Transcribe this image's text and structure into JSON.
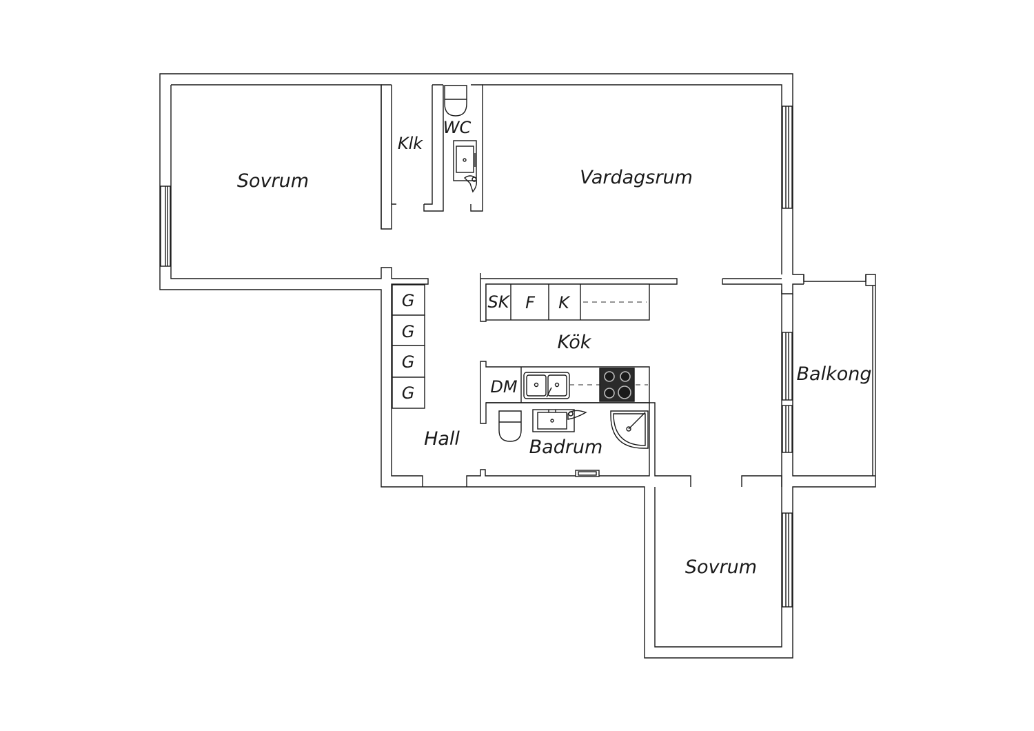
{
  "rooms": {
    "sovrum_1": "Sovrum",
    "klk": "Klk",
    "wc": "WC",
    "vardagsrum": "Vardagsrum",
    "kok": "Kök",
    "hall": "Hall",
    "badrum": "Badrum",
    "balkong": "Balkong",
    "sovrum_2": "Sovrum"
  },
  "fixtures": {
    "wardrobe_1": "G",
    "wardrobe_2": "G",
    "wardrobe_3": "G",
    "wardrobe_4": "G",
    "freezer": "SK",
    "fridge": "F",
    "cooler": "K",
    "dishwasher": "DM"
  },
  "colors": {
    "line": "#1a1a1a",
    "hob": "#2b2b2b"
  }
}
